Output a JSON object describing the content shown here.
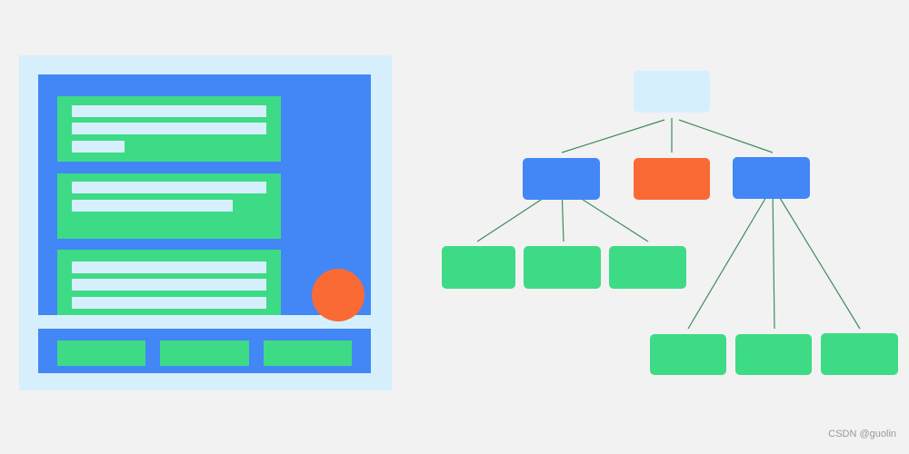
{
  "watermark": "CSDN @guolin",
  "colors": {
    "background": "#f2f2f2",
    "light": "#d6effd",
    "blue": "#4287f5",
    "green": "#3ddb85",
    "orange": "#fa6a35",
    "connector": "#3f8c5c"
  },
  "wireframe": {
    "cards": [
      {
        "lines": 3
      },
      {
        "lines": 2
      },
      {
        "lines": 3
      }
    ],
    "fab": "orange-circle",
    "bottom_buttons": 3
  },
  "tree": {
    "root": "light",
    "level1": [
      "blue",
      "orange",
      "blue"
    ],
    "children_of_first": 3,
    "children_of_third": 3
  }
}
